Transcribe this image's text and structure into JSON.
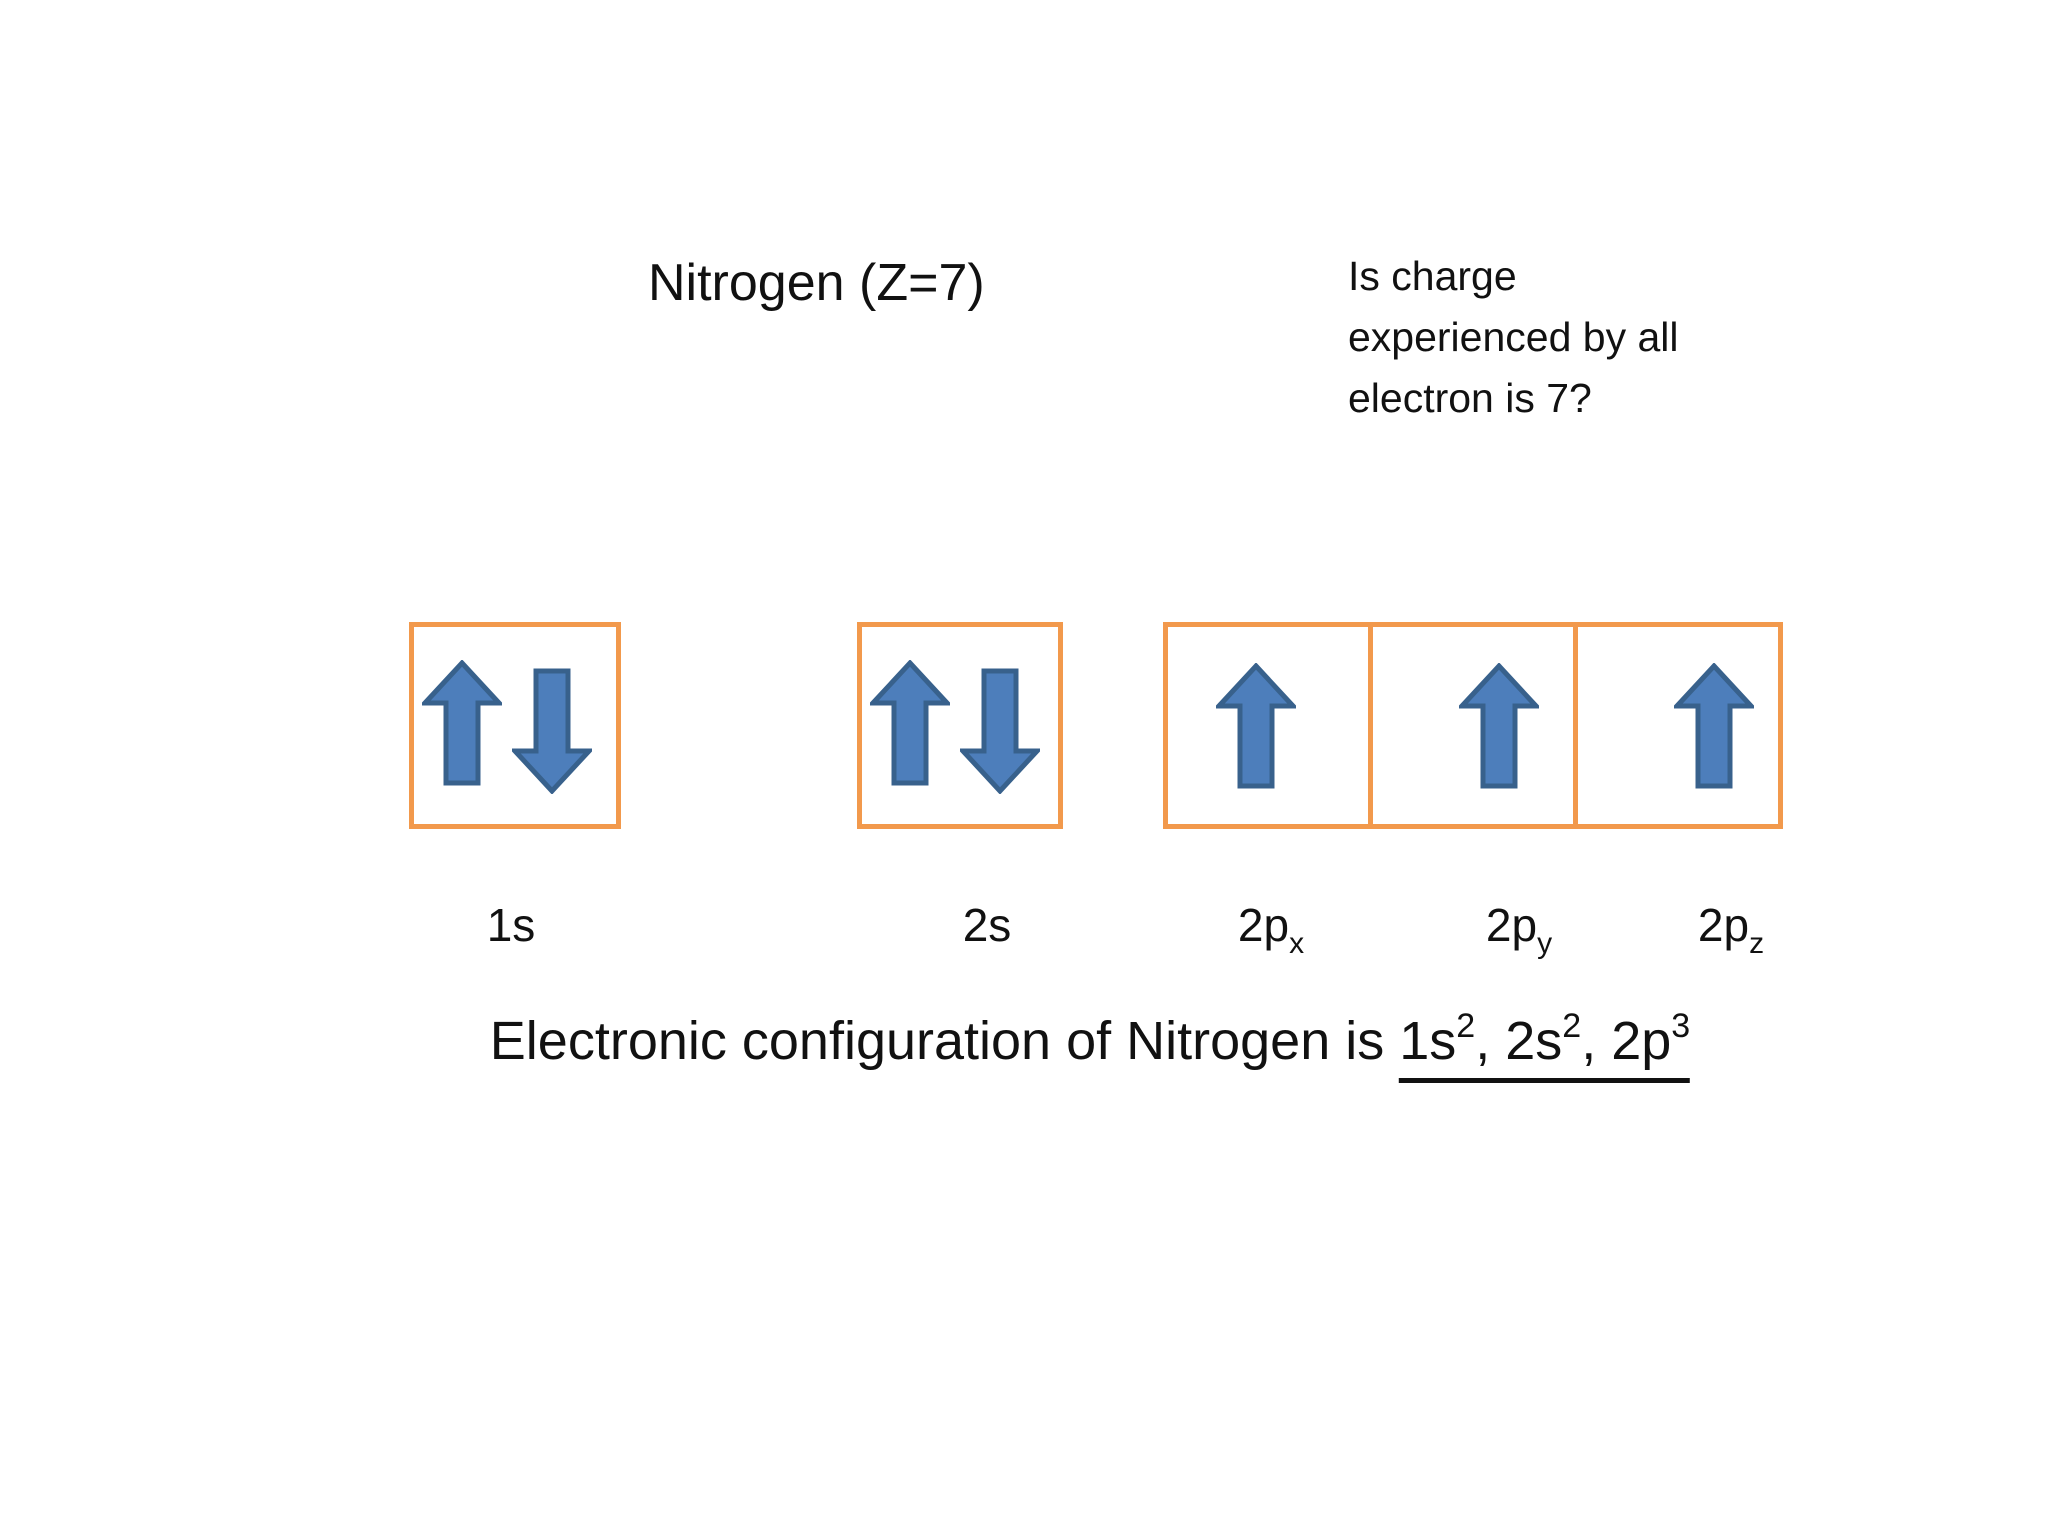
{
  "slide": {
    "title": "Nitrogen (Z=7)",
    "question_lines": [
      "Is charge",
      "experienced by all",
      "electron is 7?"
    ],
    "orbitals": [
      {
        "name": "1s",
        "spins": [
          "up",
          "down"
        ]
      },
      {
        "name": "2s",
        "spins": [
          "up",
          "down"
        ]
      },
      {
        "name": "2px",
        "spins": [
          "up"
        ]
      },
      {
        "name": "2py",
        "spins": [
          "up"
        ]
      },
      {
        "name": "2pz",
        "spins": [
          "up"
        ]
      }
    ],
    "orbital_labels": [
      {
        "main": "1s",
        "sub": ""
      },
      {
        "main": "2s",
        "sub": ""
      },
      {
        "main": "2p",
        "sub": "x"
      },
      {
        "main": "2p",
        "sub": "y"
      },
      {
        "main": "2p",
        "sub": "z"
      }
    ],
    "caption": {
      "prefix": "Electronic configuration of Nitrogen is ",
      "config_parts": [
        {
          "base": "1s",
          "sup": "2",
          "sep": ", "
        },
        {
          "base": "2s",
          "sup": "2",
          "sep": ", "
        },
        {
          "base": "2p",
          "sup": "3",
          "sep": ""
        }
      ]
    },
    "colors": {
      "box_border": "#F2994C",
      "arrow_fill": "#4D7EBB",
      "arrow_stroke": "#38618C",
      "text": "#111111",
      "background": "#FFFFFF"
    }
  }
}
